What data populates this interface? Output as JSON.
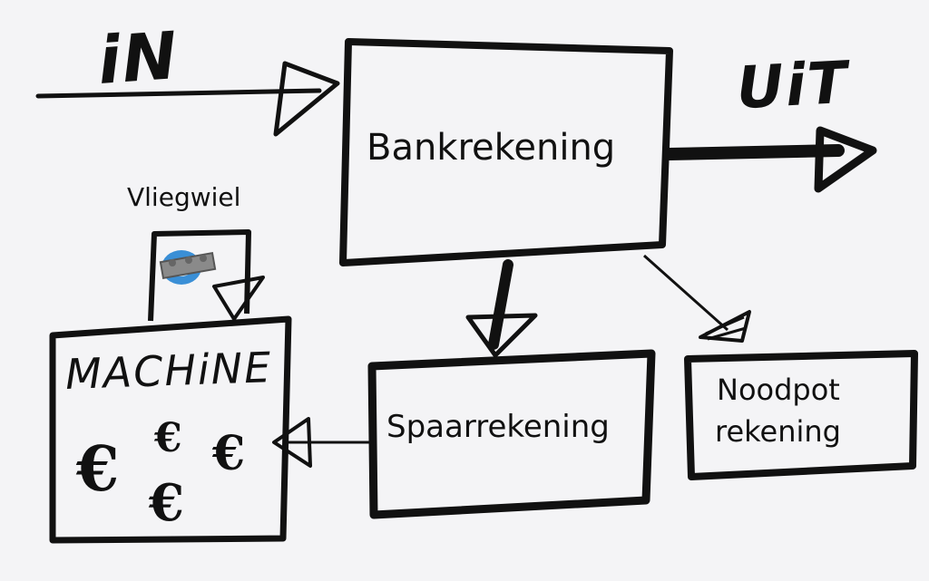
{
  "labels": {
    "in": "iN",
    "uit": "UiT",
    "bank": "Bankrekening",
    "flywheel": "Vliegwiel",
    "machine": "MACHiNE",
    "savings": "Spaarrekening",
    "emergency_line1": "Noodpot",
    "emergency_line2": "rekening"
  },
  "euro_symbol": "€",
  "colors": {
    "ink": "#111111",
    "background": "#f4f4f6",
    "flywheel_blue": "#3a8fd6",
    "flywheel_gray": "#8a8a8a"
  }
}
